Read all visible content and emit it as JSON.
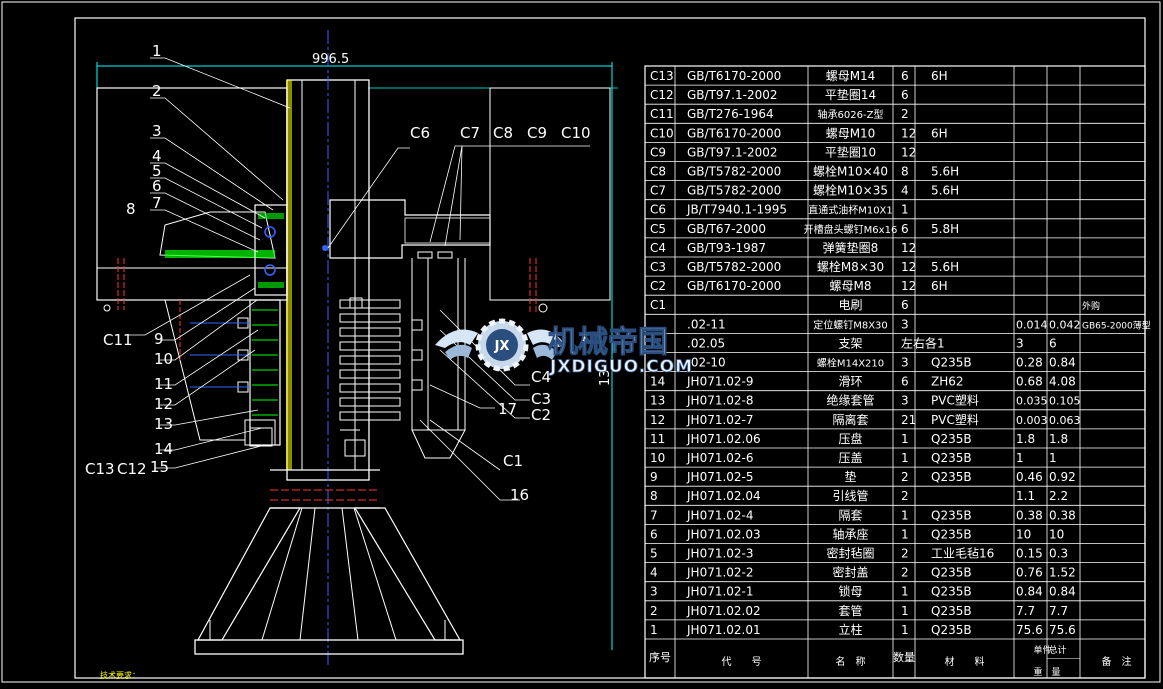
{
  "drawing": {
    "dimension_width": "996.5",
    "dimension_height_partial": "13",
    "footer_note": "技术要求：",
    "balloons": [
      "1",
      "2",
      "3",
      "4",
      "5",
      "6",
      "7",
      "8",
      "9",
      "10",
      "11",
      "12",
      "13",
      "14",
      "15",
      "16",
      "17"
    ],
    "balloon_labels_c": [
      "C6",
      "C7",
      "C8",
      "C9",
      "C10",
      "C11",
      "C13",
      "C12",
      "C1",
      "C2",
      "C3",
      "C4"
    ]
  },
  "watermark": {
    "brand": "机械帝国",
    "url": "JXDIGUO.COM",
    "emblem_letters": "JX"
  },
  "bom": {
    "header": {
      "no": "序号",
      "code": "代　　号",
      "name": "名　称",
      "qty": "数量",
      "material": "材　　料",
      "unit": "单件",
      "total": "总计",
      "weight": "重　量",
      "remark": "备　注"
    },
    "rows": [
      {
        "no": "C13",
        "code": "GB/T6170-2000",
        "name": "螺母M14",
        "qty": "6",
        "material": "6H",
        "unit": "",
        "total": "",
        "remark": ""
      },
      {
        "no": "C12",
        "code": "GB/T97.1-2002",
        "name": "平垫圈14",
        "qty": "6",
        "material": "",
        "unit": "",
        "total": "",
        "remark": ""
      },
      {
        "no": "C11",
        "code": "GB/T276-1964",
        "name": "轴承6026-Z型",
        "qty": "2",
        "material": "",
        "unit": "",
        "total": "",
        "remark": ""
      },
      {
        "no": "C10",
        "code": "GB/T6170-2000",
        "name": "螺母M10",
        "qty": "12",
        "material": "6H",
        "unit": "",
        "total": "",
        "remark": ""
      },
      {
        "no": "C9",
        "code": "GB/T97.1-2002",
        "name": "平垫圈10",
        "qty": "12",
        "material": "",
        "unit": "",
        "total": "",
        "remark": ""
      },
      {
        "no": "C8",
        "code": "GB/T5782-2000",
        "name": "螺栓M10×40",
        "qty": "8",
        "material": "5.6H",
        "unit": "",
        "total": "",
        "remark": ""
      },
      {
        "no": "C7",
        "code": "GB/T5782-2000",
        "name": "螺栓M10×35",
        "qty": "4",
        "material": "5.6H",
        "unit": "",
        "total": "",
        "remark": ""
      },
      {
        "no": "C6",
        "code": "JB/T7940.1-1995",
        "name": "直通式油杯M10X1",
        "qty": "1",
        "material": "",
        "unit": "",
        "total": "",
        "remark": ""
      },
      {
        "no": "C5",
        "code": "GB/T67-2000",
        "name": "开槽盘头螺钉M6x16",
        "qty": "6",
        "material": "5.8H",
        "unit": "",
        "total": "",
        "remark": ""
      },
      {
        "no": "C4",
        "code": "GB/T93-1987",
        "name": "弹簧垫圈8",
        "qty": "12",
        "material": "",
        "unit": "",
        "total": "",
        "remark": ""
      },
      {
        "no": "C3",
        "code": "GB/T5782-2000",
        "name": "螺栓M8×30",
        "qty": "12",
        "material": "5.6H",
        "unit": "",
        "total": "",
        "remark": ""
      },
      {
        "no": "C2",
        "code": "GB/T6170-2000",
        "name": "螺母M8",
        "qty": "12",
        "material": "6H",
        "unit": "",
        "total": "",
        "remark": ""
      },
      {
        "no": "C1",
        "code": "",
        "name": "电刷",
        "qty": "6",
        "material": "",
        "unit": "",
        "total": "",
        "remark": "外购"
      },
      {
        "no": "",
        "code": ".02-11",
        "name": "定位螺钉M8X30",
        "qty": "3",
        "material": "",
        "unit": "0.014",
        "total": "0.042",
        "remark": "GB65-2000薄型"
      },
      {
        "no": "",
        "code": ".02.05",
        "name": "支架",
        "qty": "左右各1",
        "material": "",
        "unit": "3",
        "total": "6",
        "remark": ""
      },
      {
        "no": "",
        "code": ".02-10",
        "name": "螺栓M14X210",
        "qty": "3",
        "material": "Q235B",
        "unit": "0.28",
        "total": "0.84",
        "remark": ""
      },
      {
        "no": "14",
        "code": "JH071.02-9",
        "name": "滑环",
        "qty": "6",
        "material": "ZH62",
        "unit": "0.68",
        "total": "4.08",
        "remark": ""
      },
      {
        "no": "13",
        "code": "JH071.02-8",
        "name": "绝缘套管",
        "qty": "3",
        "material": "PVC塑料",
        "unit": "0.035",
        "total": "0.105",
        "remark": ""
      },
      {
        "no": "12",
        "code": "JH071.02-7",
        "name": "隔离套",
        "qty": "21",
        "material": "PVC塑料",
        "unit": "0.003",
        "total": "0.063",
        "remark": ""
      },
      {
        "no": "11",
        "code": "JH071.02.06",
        "name": "压盘",
        "qty": "1",
        "material": "Q235B",
        "unit": "1.8",
        "total": "1.8",
        "remark": ""
      },
      {
        "no": "10",
        "code": "JH071.02-6",
        "name": "压盖",
        "qty": "1",
        "material": "Q235B",
        "unit": "1",
        "total": "1",
        "remark": ""
      },
      {
        "no": "9",
        "code": "JH071.02-5",
        "name": "垫",
        "qty": "2",
        "material": "Q235B",
        "unit": "0.46",
        "total": "0.92",
        "remark": ""
      },
      {
        "no": "8",
        "code": "JH071.02.04",
        "name": "引线管",
        "qty": "2",
        "material": "",
        "unit": "1.1",
        "total": "2.2",
        "remark": ""
      },
      {
        "no": "7",
        "code": "JH071.02-4",
        "name": "隔套",
        "qty": "1",
        "material": "Q235B",
        "unit": "0.38",
        "total": "0.38",
        "remark": ""
      },
      {
        "no": "6",
        "code": "JH071.02.03",
        "name": "轴承座",
        "qty": "1",
        "material": "Q235B",
        "unit": "10",
        "total": "10",
        "remark": ""
      },
      {
        "no": "5",
        "code": "JH071.02-3",
        "name": "密封毡圈",
        "qty": "2",
        "material": "工业毛毡16",
        "unit": "0.15",
        "total": "0.3",
        "remark": ""
      },
      {
        "no": "4",
        "code": "JH071.02-2",
        "name": "密封盖",
        "qty": "2",
        "material": "Q235B",
        "unit": "0.76",
        "total": "1.52",
        "remark": ""
      },
      {
        "no": "3",
        "code": "JH071.02-1",
        "name": "锁母",
        "qty": "1",
        "material": "Q235B",
        "unit": "0.84",
        "total": "0.84",
        "remark": ""
      },
      {
        "no": "2",
        "code": "JH071.02.02",
        "name": "套管",
        "qty": "1",
        "material": "Q235B",
        "unit": "7.7",
        "total": "7.7",
        "remark": ""
      },
      {
        "no": "1",
        "code": "JH071.02.01",
        "name": "立柱",
        "qty": "1",
        "material": "Q235B",
        "unit": "75.6",
        "total": "75.6",
        "remark": ""
      }
    ]
  },
  "colors": {
    "background": "#000000",
    "frame": "#ffffff",
    "dimension": "#00ffff",
    "centerline": "#ff3333",
    "axis": "#3366ff",
    "hatch": "#00ff00",
    "bom_text": "#ffffff",
    "bom_yellow": "#ffff00"
  }
}
